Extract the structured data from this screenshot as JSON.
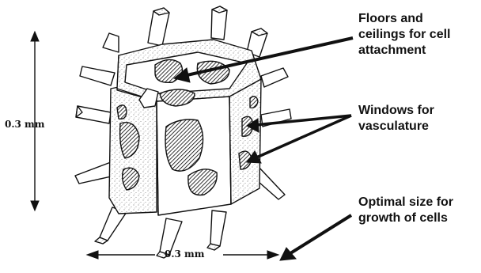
{
  "labels": {
    "floors": [
      "Floors and",
      "ceilings for cell",
      "attachment"
    ],
    "windows": [
      "Windows for",
      "vasculature"
    ],
    "size": [
      "Optimal size for",
      "growth of cells"
    ],
    "dim_vertical": "0.3 mm",
    "dim_horizontal": "0.3 mm"
  },
  "colors": {
    "ink": "#111111",
    "paper": "#ffffff",
    "hatch": "#000000"
  }
}
